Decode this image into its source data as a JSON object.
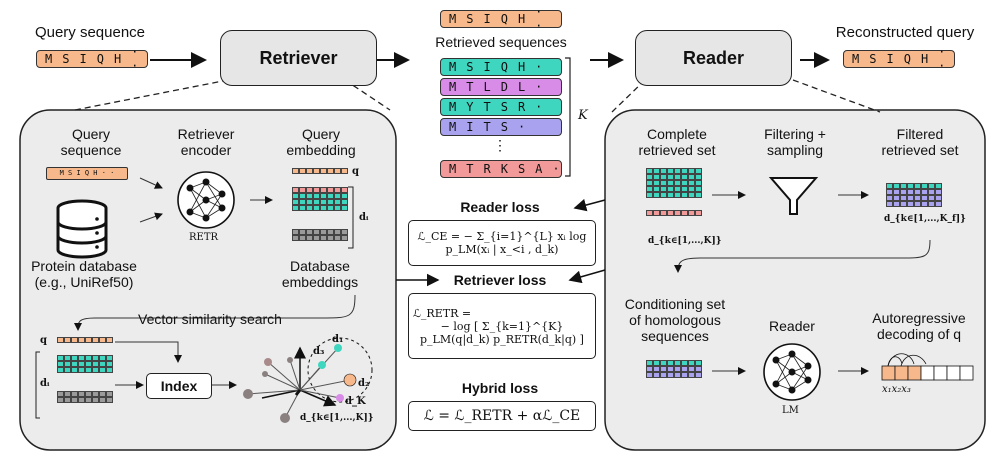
{
  "query_section": {
    "title": "Query sequence",
    "sequence": [
      "M",
      "S",
      "I",
      "Q",
      "H",
      "· ·"
    ]
  },
  "retriever": {
    "label": "Retriever"
  },
  "retrieved": {
    "title": "Retrieved sequences",
    "top_sequence": [
      "M",
      "S",
      "I",
      "Q",
      "H",
      "· ·"
    ],
    "sequences": [
      {
        "letters": [
          "M",
          "S",
          "I",
          "Q",
          "H",
          "·"
        ],
        "color": "#3fd6c0"
      },
      {
        "letters": [
          "M",
          "T",
          "L",
          "D",
          "L",
          "·"
        ],
        "color": "#d98be8"
      },
      {
        "letters": [
          "M",
          "Y",
          "T",
          "S",
          "R",
          "·"
        ],
        "color": "#3fd6c0"
      },
      {
        "letters": [
          "M",
          "I",
          "T",
          "S",
          "·"
        ],
        "color": "#a9a2ee"
      },
      {
        "letters": [
          "M",
          "T",
          "R",
          "K",
          "S",
          "A",
          "·"
        ],
        "color": "#f29a9a"
      }
    ],
    "ellipsis": "⋮",
    "k_label": "K"
  },
  "reader": {
    "label": "Reader"
  },
  "reconstructed": {
    "title": "Reconstructed query",
    "sequence": [
      "M",
      "S",
      "I",
      "Q",
      "H",
      "· ·"
    ]
  },
  "left_panel": {
    "query_seq_label": "Query\nsequence",
    "mini_seq": "M S I Q H · ·",
    "retriever_encoder": "Retriever\nencoder",
    "retr_tag": "RETR",
    "query_embedding": "Query\nembedding",
    "q_label": "q",
    "di_label": "dᵢ",
    "protein_db": "Protein database\n(e.g., UniRef50)",
    "db_embeddings": "Database\nembeddings",
    "vector_search": "Vector similarity search",
    "index_label": "Index",
    "q_label2": "q",
    "di_label2": "dᵢ",
    "d_labels": [
      "d₃",
      "d₁",
      "d₂",
      "d_K"
    ],
    "dk_label": "d_{k∈[1,...,K]}"
  },
  "losses": {
    "reader_title": "Reader loss",
    "reader_formula": "ℒ_CE = − Σ_{i=1}^{L} xᵢ log p_LM(xᵢ | x_<i , d_k)",
    "retriever_title": "Retriever loss",
    "retriever_formula_1": "ℒ_RETR =",
    "retriever_formula_2": "− log [ Σ_{k=1}^{K} p_LM(q|d_k) p_RETR(d_k|q) ]",
    "hybrid_title": "Hybrid loss",
    "hybrid_formula": "ℒ = ℒ_RETR + αℒ_CE"
  },
  "right_panel": {
    "complete_set": "Complete\nretrieved set",
    "filtering": "Filtering +\nsampling",
    "filtered_set": "Filtered\nretrieved set",
    "dk_complete": "d_{k∈[1,...,K]}",
    "dk_filtered": "d_{k∈[1,...,K_f]}",
    "conditioning": "Conditioning set\nof homologous\nsequences",
    "reader_label": "Reader",
    "lm_tag": "LM",
    "autoregressive": "Autoregressive\ndecoding of q",
    "x_tokens": "x₁x₂x₃"
  },
  "colors": {
    "orange": "#f7b98b",
    "teal": "#3fd6c0",
    "pink": "#d98be8",
    "lavender": "#a9a2ee",
    "salmon": "#f29a9a",
    "grey": "#9a9a9a",
    "panel": "#ececec"
  }
}
